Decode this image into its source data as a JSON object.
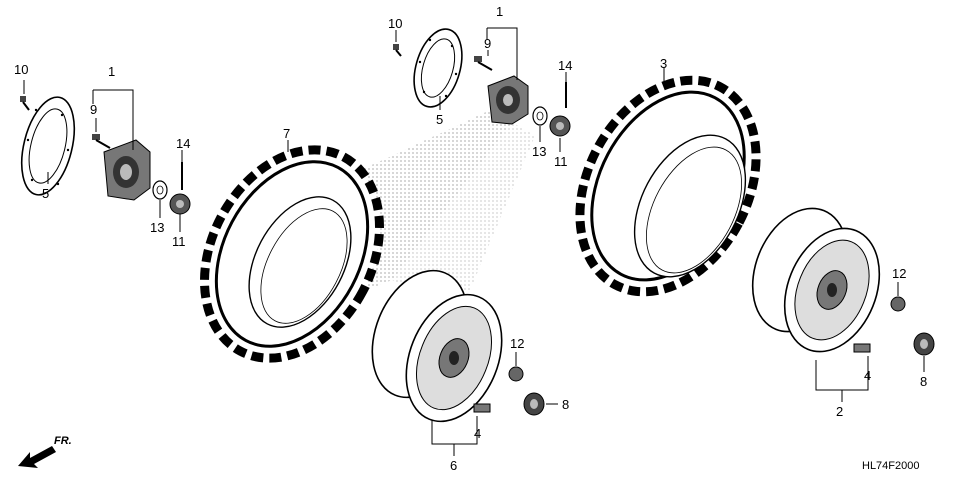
{
  "diagram_code": "HL74F2000",
  "direction_label": "FR.",
  "callouts": [
    "1",
    "1",
    "2",
    "3",
    "4",
    "4",
    "5",
    "5",
    "6",
    "7",
    "8",
    "8",
    "9",
    "9",
    "10",
    "10",
    "11",
    "11",
    "12",
    "12",
    "13",
    "13",
    "14",
    "14"
  ]
}
